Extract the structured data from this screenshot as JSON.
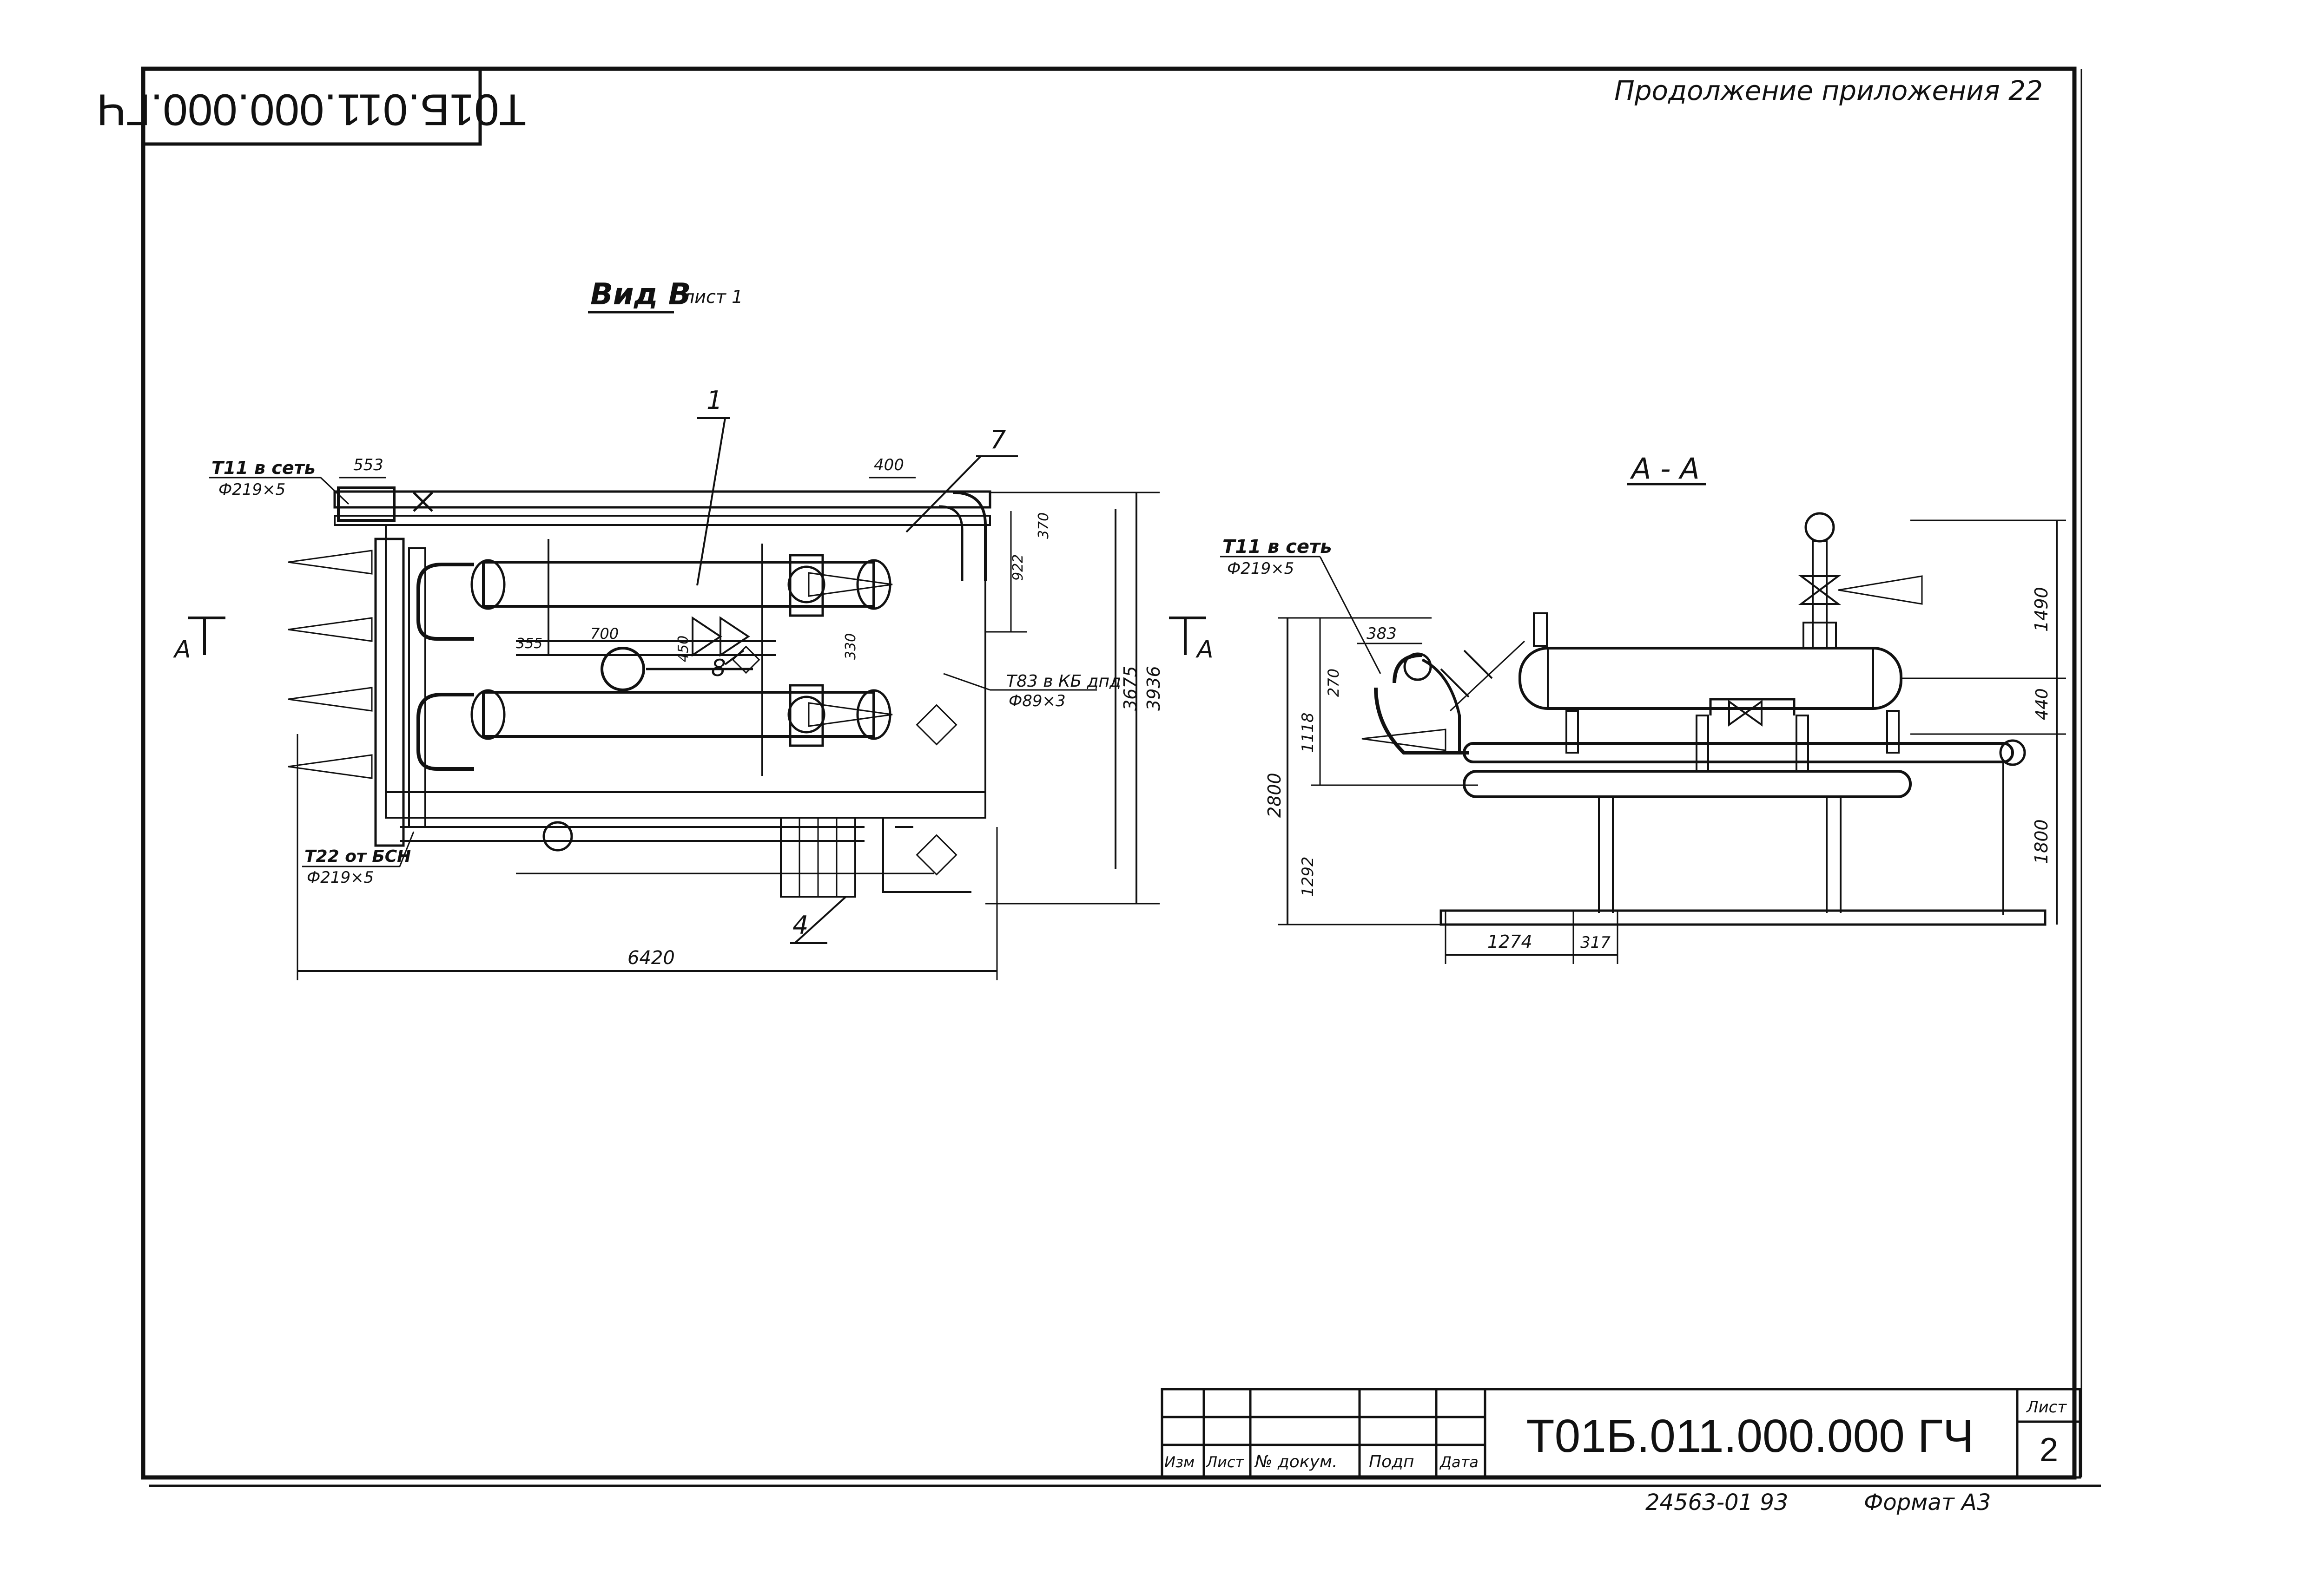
{
  "header": {
    "corner_stamp": "Т01Б.011.000.000.ГЧ",
    "continuation": "Продолжение приложения 22"
  },
  "view_b": {
    "title": "Вид В",
    "sheet_ref": "лист 1",
    "section_marks": [
      "А",
      "А"
    ],
    "callouts": [
      "1",
      "4",
      "7",
      "8"
    ],
    "labels": {
      "inlet": "Т11 в сеть",
      "inlet_pipe": "Ф219×5",
      "outlet": "Т22 от БСН",
      "outlet_pipe": "Ф219×5",
      "right": "Т83 в КБ дпд",
      "right_pipe": "Ф89×3"
    },
    "dims": {
      "d553": "553",
      "d400": "400",
      "d370": "370",
      "d922": "922",
      "d700": "700",
      "d355": "355",
      "d450": "450",
      "d330": "330",
      "d3675": "3675",
      "d3936": "3936",
      "d6420": "6420"
    }
  },
  "section_aa": {
    "title": "А - А",
    "labels": {
      "inlet": "Т11 в сеть",
      "inlet_pipe": "Ф219×5"
    },
    "dims": {
      "d383": "383",
      "d270": "270",
      "d1118": "1118",
      "d2800": "2800",
      "d1292": "1292",
      "d1274": "1274",
      "d317": "317",
      "d1490": "1490",
      "d440": "440",
      "d1800": "1800"
    }
  },
  "title_block": {
    "columns": [
      "Изм",
      "Лист",
      "№ докум.",
      "Подп",
      "Дата"
    ],
    "code": "Т01Б.011.000.000 ГЧ",
    "sheet_label": "Лист",
    "sheet_no": "2",
    "inventory": "24563-01  93",
    "format": "Формат А3"
  }
}
